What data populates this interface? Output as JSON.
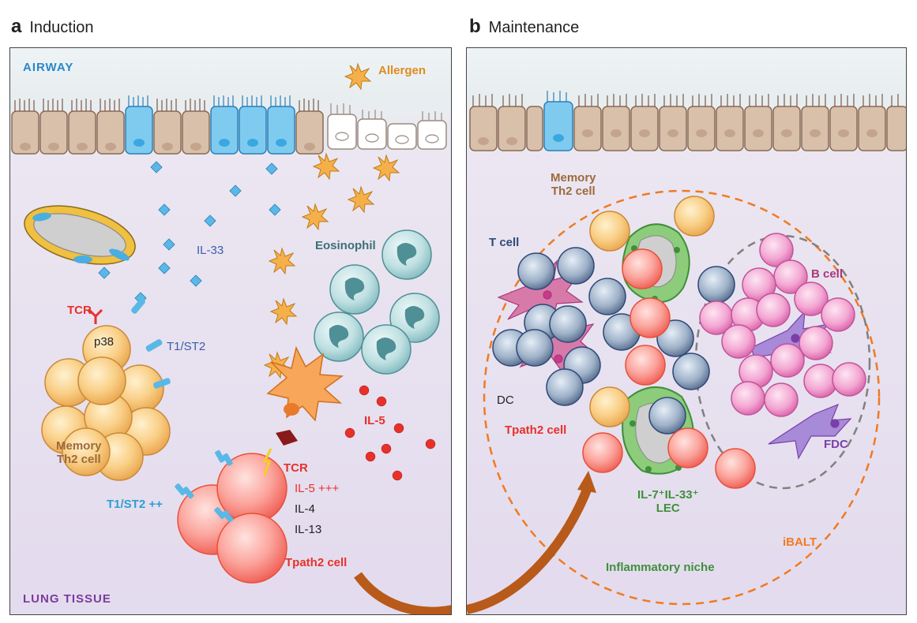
{
  "panel_a": {
    "letter": "a",
    "title": "Induction",
    "labels": {
      "airway": "AIRWAY",
      "lung_tissue": "LUNG TISSUE",
      "allergen": "Allergen",
      "il33": "IL-33",
      "eosinophil": "Eosinophil",
      "tcr_top": "TCR",
      "p38": "p38",
      "t1st2": "T1/ST2",
      "memory_th2_line1": "Memory",
      "memory_th2_line2": "Th2 cell",
      "il5": "IL-5",
      "tcr_bottom": "TCR",
      "il5_plus": "IL-5 +++",
      "il4": "IL-4",
      "il13": "IL-13",
      "t1st2_plus": "T1/ST2 ++",
      "tpath2_cell": "Tpath2 cell"
    }
  },
  "panel_b": {
    "letter": "b",
    "title": "Maintenance",
    "labels": {
      "memory_th2_line1": "Memory",
      "memory_th2_line2": "Th2 cell",
      "t_cell": "T cell",
      "b_cell": "B cell",
      "dc": "DC",
      "tpath2_cell": "Tpath2  cell",
      "fdc": "FDC",
      "lec_line1": "IL-7⁺IL-33⁺",
      "lec_line2": "LEC",
      "ibalt": "iBALT",
      "inflammatory_niche": "Inflammatory niche"
    }
  },
  "colors": {
    "airway": "#2a87c8",
    "lung_tissue": "#7b3a9b",
    "allergen": "#e08a1e",
    "il33": "#3a5ea8",
    "eosinophil": "#3b6f77",
    "red": "#e8302a",
    "memory": "#9c6a3c",
    "t1st2": "#2f9fd0",
    "t_cell": "#2f4a78",
    "b_cell": "#a8387a",
    "fdc": "#7a3fa8",
    "lec": "#3f8f3a",
    "ibalt": "#f07a22"
  }
}
